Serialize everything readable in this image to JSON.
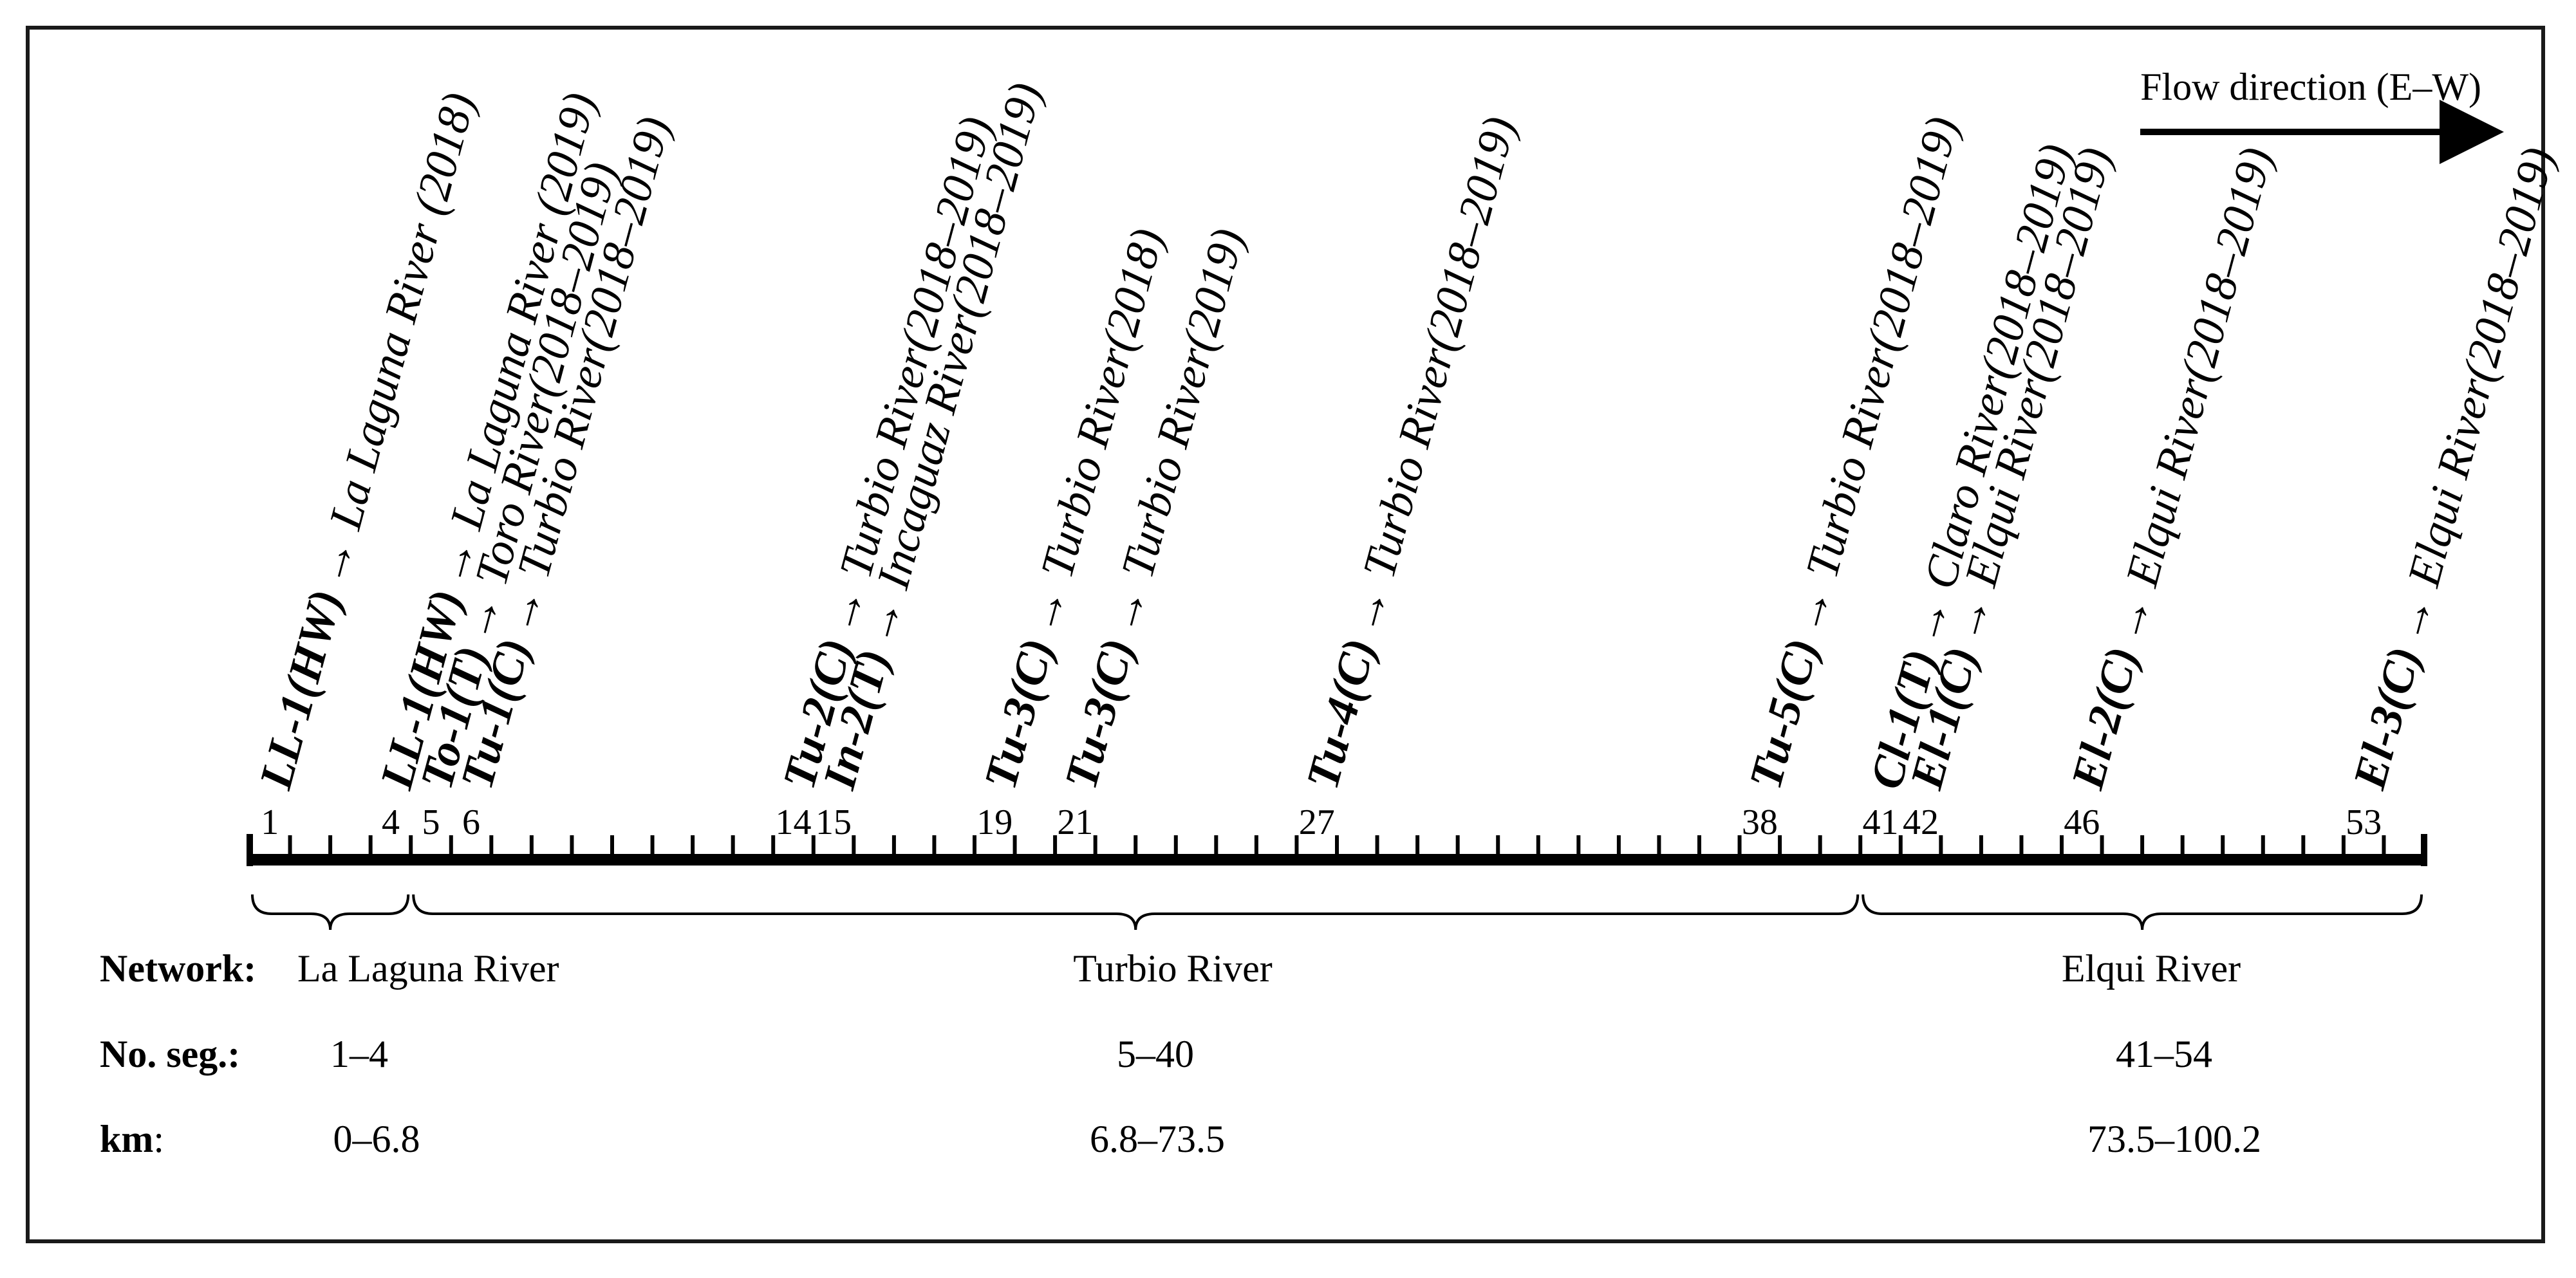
{
  "flow": {
    "label": "Flow direction (E–W)"
  },
  "axis": {
    "segments": 54
  },
  "tick_labels": [
    {
      "seg": 1,
      "text": "1"
    },
    {
      "seg": 4,
      "text": "4"
    },
    {
      "seg": 5,
      "text": "5"
    },
    {
      "seg": 6,
      "text": "6"
    },
    {
      "seg": 14,
      "text": "14"
    },
    {
      "seg": 15,
      "text": "15"
    },
    {
      "seg": 19,
      "text": "19"
    },
    {
      "seg": 21,
      "text": "21"
    },
    {
      "seg": 27,
      "text": "27"
    },
    {
      "seg": 38,
      "text": "38"
    },
    {
      "seg": 41,
      "text": "41"
    },
    {
      "seg": 42,
      "text": "42"
    },
    {
      "seg": 46,
      "text": "46"
    },
    {
      "seg": 53,
      "text": "53"
    }
  ],
  "sites": [
    {
      "seg": 1,
      "code": "LL-1(HW)",
      "desc": "→ La Laguna River (2018)"
    },
    {
      "seg": 4,
      "code": "LL-1(HW)",
      "desc": "→ La Laguna River (2019)"
    },
    {
      "seg": 5,
      "code": "To-1(T)",
      "desc": "→ Toro River(2018–2019)"
    },
    {
      "seg": 6,
      "code": "Tu-1(C)",
      "desc": "→ Turbio River(2018–2019)"
    },
    {
      "seg": 14,
      "code": "Tu-2(C)",
      "desc": "→ Turbio River(2018–2019)"
    },
    {
      "seg": 15,
      "code": "In-2(T)",
      "desc": "→ Incaguaz River(2018–2019)"
    },
    {
      "seg": 19,
      "code": "Tu-3(C)",
      "desc": "→ Turbio River(2018)"
    },
    {
      "seg": 21,
      "code": "Tu-3(C)",
      "desc": "→ Turbio River(2019)"
    },
    {
      "seg": 27,
      "code": "Tu-4(C)",
      "desc": "→ Turbio River(2018–2019)"
    },
    {
      "seg": 38,
      "code": "Tu-5(C)",
      "desc": "→ Turbio River(2018–2019)"
    },
    {
      "seg": 41,
      "code": "Cl-1(T)",
      "desc": "→ Claro River(2018–2019)"
    },
    {
      "seg": 42,
      "code": "El-1(C)",
      "desc": "→ Elqui River(2018–2019)"
    },
    {
      "seg": 46,
      "code": "El-2(C)",
      "desc": "→ Elqui River(2018–2019)"
    },
    {
      "seg": 53,
      "code": "El-3(C)",
      "desc": "→ Elqui River(2018–2019)"
    }
  ],
  "table": {
    "network_label": "Network:",
    "seg_label": "No. seg.:",
    "km_label": "km",
    "km_colon": ":",
    "networks": [
      {
        "name": "La Laguna River",
        "segments": "1–4",
        "km": "0–6.8",
        "from": 1,
        "to": 4
      },
      {
        "name": "Turbio River",
        "segments": "5–40",
        "km": "6.8–73.5",
        "from": 5,
        "to": 40
      },
      {
        "name": "Elqui River",
        "segments": "41–54",
        "km": "73.5–100.2",
        "from": 41,
        "to": 54
      }
    ]
  }
}
